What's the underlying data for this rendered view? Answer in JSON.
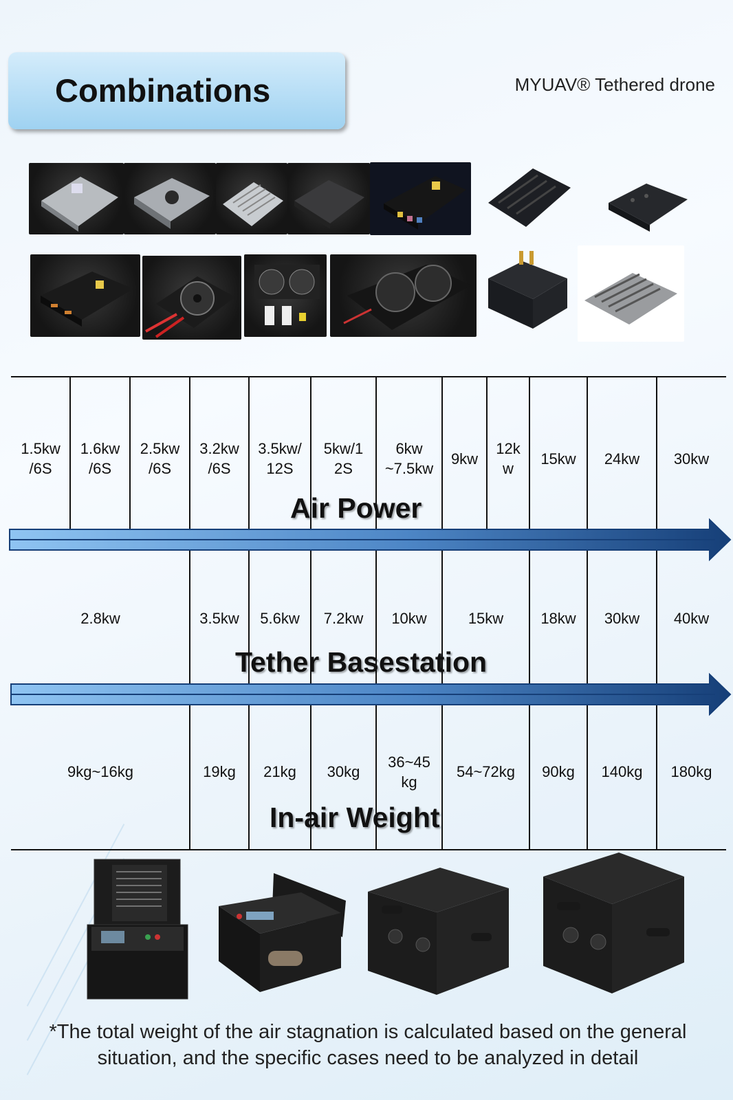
{
  "header": {
    "title": "Combinations",
    "brand": "MYUAV® Tethered drone"
  },
  "sections": {
    "air_power": "Air Power",
    "tether": "Tether Basestation",
    "weight": "In-air Weight"
  },
  "air_power_row": [
    {
      "line1": "1.5kw",
      "line2": "/6S"
    },
    {
      "line1": "1.6kw",
      "line2": "/6S"
    },
    {
      "line1": "2.5kw",
      "line2": "/6S"
    },
    {
      "line1": "3.2kw",
      "line2": "/6S"
    },
    {
      "line1": "3.5kw/",
      "line2": "12S"
    },
    {
      "line1": "5kw/1",
      "line2": "2S"
    },
    {
      "line1": "6kw",
      "line2": "~7.5kw"
    },
    {
      "line1": "9kw",
      "line2": ""
    },
    {
      "line1": "12k",
      "line2": "w"
    },
    {
      "line1": "15kw",
      "line2": ""
    },
    {
      "line1": "24kw",
      "line2": ""
    },
    {
      "line1": "30kw",
      "line2": ""
    }
  ],
  "tether_row": [
    {
      "line1": "2.8kw",
      "line2": ""
    },
    {
      "line1": "3.5kw",
      "line2": ""
    },
    {
      "line1": "5.6kw",
      "line2": ""
    },
    {
      "line1": "7.2kw",
      "line2": ""
    },
    {
      "line1": "10kw",
      "line2": ""
    },
    {
      "line1": "15kw",
      "line2": ""
    },
    {
      "line1": "18kw",
      "line2": ""
    },
    {
      "line1": "30kw",
      "line2": ""
    },
    {
      "line1": "40kw",
      "line2": ""
    }
  ],
  "weight_row": [
    {
      "line1": "9kg~16kg",
      "line2": ""
    },
    {
      "line1": "19kg",
      "line2": ""
    },
    {
      "line1": "21kg",
      "line2": ""
    },
    {
      "line1": "30kg",
      "line2": ""
    },
    {
      "line1": "36~45",
      "line2": "kg"
    },
    {
      "line1": "54~72kg",
      "line2": ""
    },
    {
      "line1": "90kg",
      "line2": ""
    },
    {
      "line1": "140kg",
      "line2": ""
    },
    {
      "line1": "180kg",
      "line2": ""
    }
  ],
  "footnote": "*The total weight of the air stagnation is calculated based on the general situation, and the specific cases need to be analyzed in detail",
  "colors": {
    "arrow_light": "#8fc4f2",
    "arrow_dark": "#163f78",
    "title_box": "#9fd2f1"
  }
}
